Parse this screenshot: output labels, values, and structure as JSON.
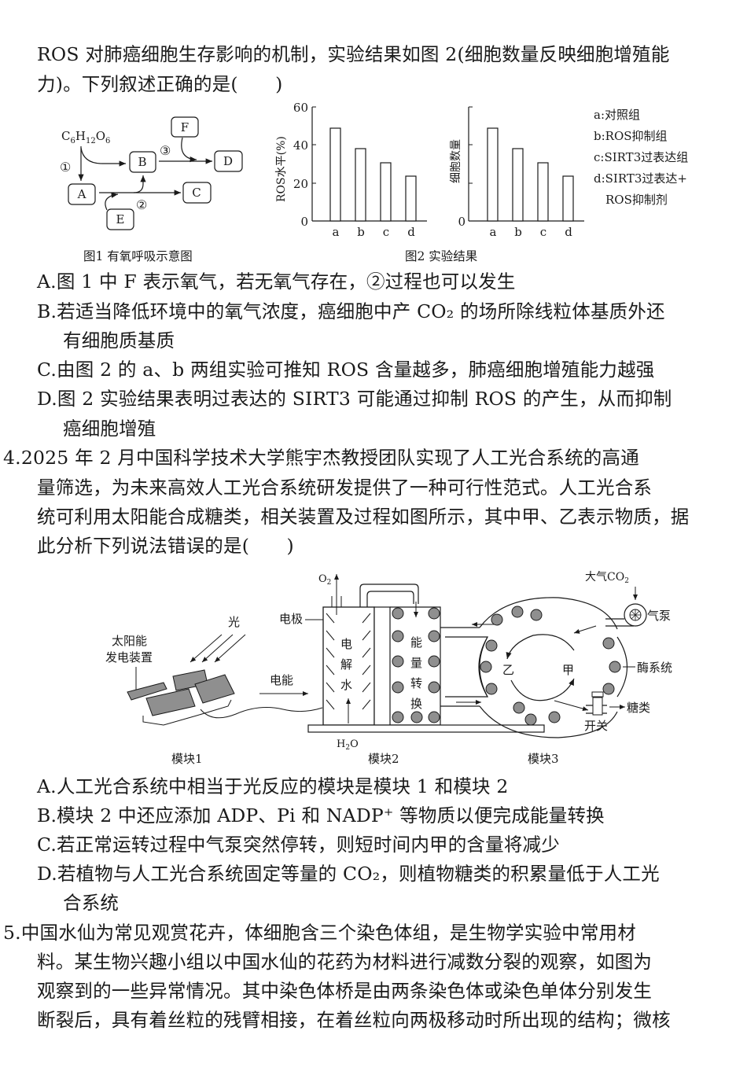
{
  "q3": {
    "stem_lines": [
      "ROS 对肺癌细胞生存影响的机制，实验结果如图 2(细胞数量反映细胞增殖能",
      "力)。下列叙述正确的是(　　)"
    ],
    "fig1": {
      "caption": "图1  有氧呼吸示意图",
      "glucose": "C₆H₁₂O₆",
      "nodes": [
        "A",
        "B",
        "C",
        "D",
        "E",
        "F"
      ],
      "steps": [
        "①",
        "②",
        "③"
      ]
    },
    "fig2": {
      "caption": "图2  实验结果",
      "legend": [
        "a:对照组",
        "b:ROS抑制组",
        "c:SIRT3过表达组",
        "d:SIRT3过表达+",
        "ROS抑制剂"
      ]
    },
    "options": [
      {
        "label": "A.",
        "lines": [
          "图 1 中 F 表示氧气，若无氧气存在，②过程也可以发生"
        ]
      },
      {
        "label": "B.",
        "lines": [
          "若适当降低环境中的氧气浓度，癌细胞中产 CO₂ 的场所除线粒体基质外还",
          "有细胞质基质"
        ]
      },
      {
        "label": "C.",
        "lines": [
          "由图 2 的 a、b 两组实验可推知 ROS 含量越多，肺癌细胞增殖能力越强"
        ]
      },
      {
        "label": "D.",
        "lines": [
          "图 2 实验结果表明过表达的 SIRT3 可能通过抑制 ROS 的产生，从而抑制",
          "癌细胞增殖"
        ]
      }
    ]
  },
  "q4": {
    "number": "4.",
    "stem_lines": [
      "2025 年 2 月中国科学技术大学熊宇杰教授团队实现了人工光合系统的高通",
      "量筛选，为未来高效人工光合系统研发提供了一种可行性范式。人工光合系",
      "统可利用太阳能合成糖类，相关装置及过程如图所示，其中甲、乙表示物质，据",
      "此分析下列说法错误的是(　　)"
    ],
    "figure": {
      "light": "光",
      "solar_l1": "太阳能",
      "solar_l2": "发电装置",
      "electric_energy": "电能",
      "electrode": "电极",
      "o2": "O₂",
      "h2o": "H₂O",
      "electrolysis": [
        "电",
        "解",
        "水"
      ],
      "energy_conv": [
        "能",
        "量",
        "转",
        "换"
      ],
      "co2": "大气CO₂",
      "pump": "气泵",
      "enzyme": "酶系统",
      "sugar": "糖类",
      "switch": "开关",
      "yi": "乙",
      "jia": "甲",
      "modules": [
        "模块1",
        "模块2",
        "模块3"
      ]
    },
    "options": [
      {
        "label": "A.",
        "lines": [
          "人工光合系统中相当于光反应的模块是模块 1 和模块 2"
        ]
      },
      {
        "label": "B.",
        "lines": [
          "模块 2 中还应添加 ADP、Pi 和 NADP⁺ 等物质以便完成能量转换"
        ]
      },
      {
        "label": "C.",
        "lines": [
          "若正常运转过程中气泵突然停转，则短时间内甲的含量将减少"
        ]
      },
      {
        "label": "D.",
        "lines": [
          "若植物与人工光合系统固定等量的 CO₂，则植物糖类的积累量低于人工光",
          "合系统"
        ]
      }
    ]
  },
  "q5": {
    "number": "5.",
    "stem_lines": [
      "中国水仙为常见观赏花卉，体细胞含三个染色体组，是生物学实验中常用材",
      "料。某生物兴趣小组以中国水仙的花药为材料进行减数分裂的观察，如图为",
      "观察到的一些异常情况。其中染色体桥是由两条染色体或染色单体分别发生",
      "断裂后，具有着丝粒的残臂相接，在着丝粒向两极移动时所出现的结构；微核"
    ]
  },
  "chart_data": [
    {
      "type": "bar",
      "title": "ROS水平",
      "categories": [
        "a",
        "b",
        "c",
        "d"
      ],
      "values": [
        49,
        38,
        30,
        23.5
      ],
      "xlabel": "",
      "ylabel": "ROS水平(%)",
      "yticks": [
        0,
        20,
        40,
        60
      ],
      "ylim": [
        0,
        60
      ],
      "grid": false
    },
    {
      "type": "bar",
      "title": "细胞数量",
      "categories": [
        "a",
        "b",
        "c",
        "d"
      ],
      "values": [
        49,
        38,
        30,
        23.5
      ],
      "xlabel": "",
      "ylabel": "细胞数量",
      "yticks": [
        0
      ],
      "ylim": [
        0,
        60
      ],
      "grid": false,
      "note": "relative values, unlabeled y ticks"
    }
  ]
}
